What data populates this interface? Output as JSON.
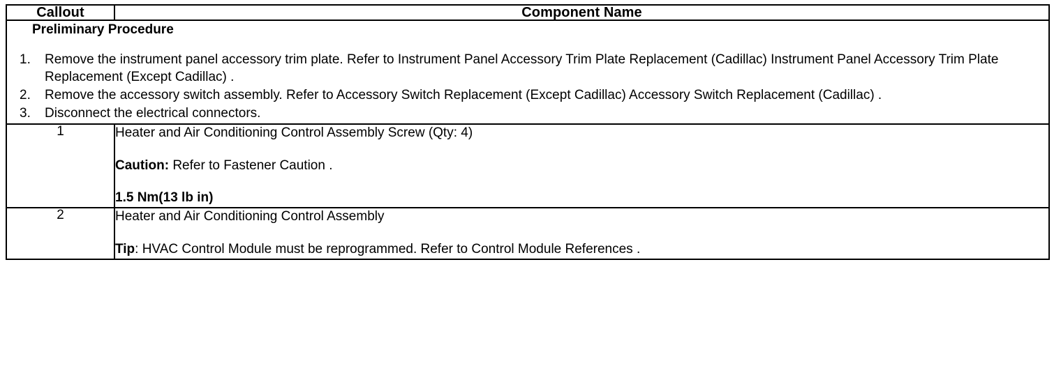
{
  "table": {
    "headers": {
      "callout": "Callout",
      "component_name": "Component Name"
    },
    "preliminary": {
      "title": "Preliminary Procedure",
      "steps": [
        "Remove the instrument panel accessory trim plate. Refer to Instrument Panel Accessory Trim Plate Replacement (Cadillac) Instrument Panel Accessory Trim Plate Replacement (Except Cadillac) .",
        "Remove the accessory switch assembly. Refer to Accessory Switch Replacement (Except Cadillac) Accessory Switch Replacement (Cadillac) .",
        "Disconnect the electrical connectors."
      ]
    },
    "rows": [
      {
        "callout": "1",
        "name": "Heater and Air Conditioning Control Assembly Screw (Qty: 4)",
        "caution_label": "Caution:",
        "caution_text": " Refer to Fastener Caution .",
        "torque": "1.5 Nm(13 lb in)"
      },
      {
        "callout": "2",
        "name": "Heater and Air Conditioning Control Assembly",
        "tip_label": "Tip",
        "tip_text": ": HVAC Control Module must be reprogrammed. Refer to Control Module References ."
      }
    ]
  }
}
